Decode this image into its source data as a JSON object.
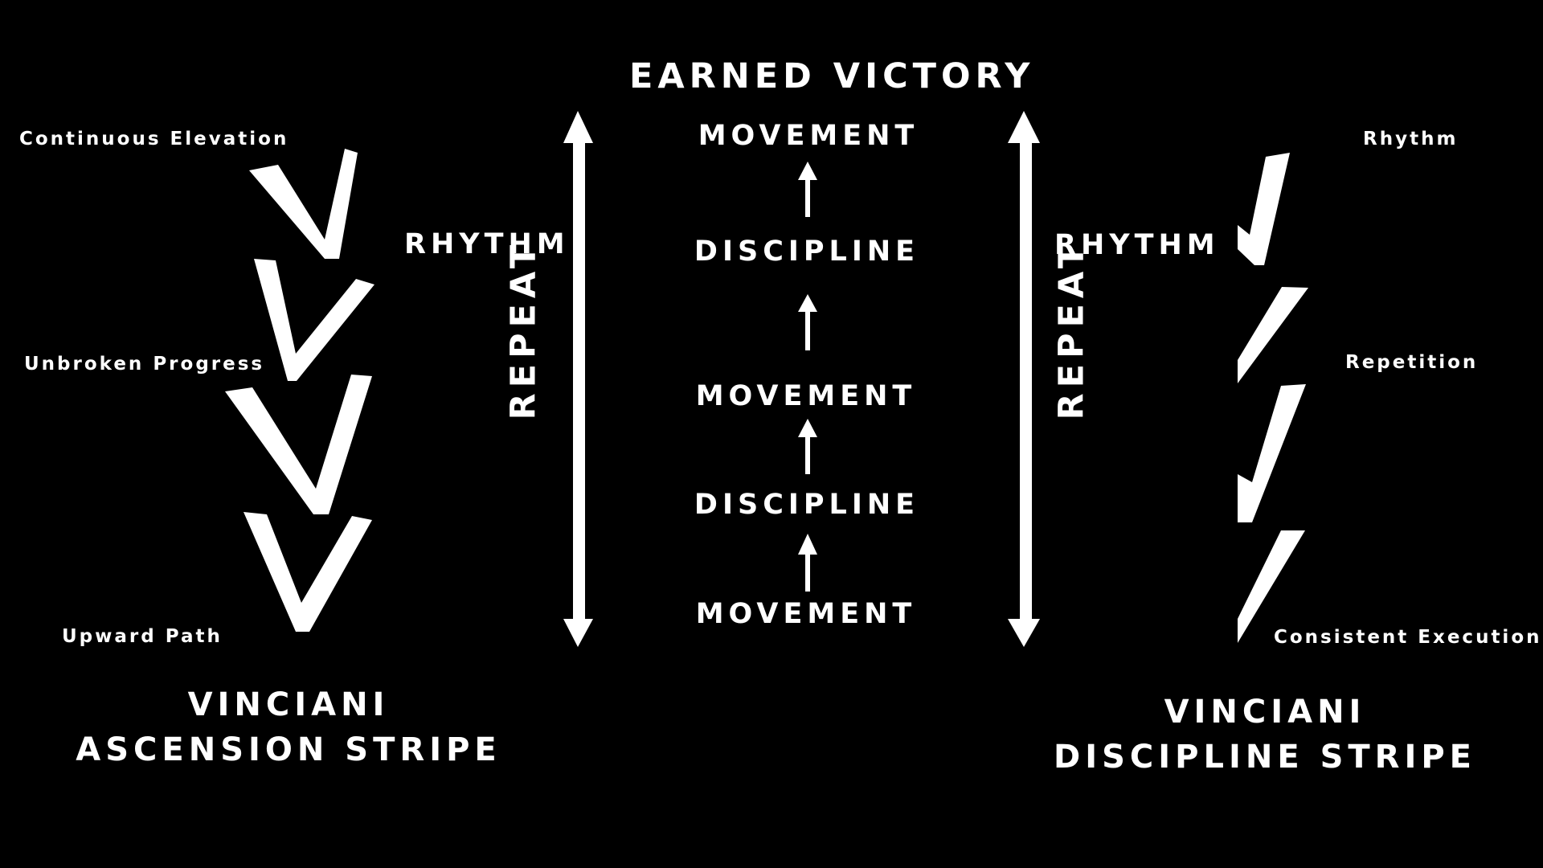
{
  "title": "EARNED VICTORY",
  "center_stack": [
    "MOVEMENT",
    "DISCIPLINE",
    "MOVEMENT",
    "DISCIPLINE",
    "MOVEMENT"
  ],
  "left_panel": {
    "labels": {
      "top": "Continuous Elevation",
      "middle": "Unbroken Progress",
      "bottom": "Upward Path"
    },
    "rhythm": "RHYTHM",
    "repeat": "REPEAT",
    "caption_line1": "VINCIANI",
    "caption_line2": "ASCENSION STRIPE"
  },
  "right_panel": {
    "labels": {
      "top": "Rhythm",
      "middle": "Repetition",
      "bottom": "Consistent Execution"
    },
    "rhythm": "RHYTHM",
    "repeat": "REPEAT",
    "caption_line1": "VINCIANI",
    "caption_line2": "DISCIPLINE STRIPE"
  },
  "colors": {
    "background": "#000000",
    "foreground": "#ffffff"
  }
}
